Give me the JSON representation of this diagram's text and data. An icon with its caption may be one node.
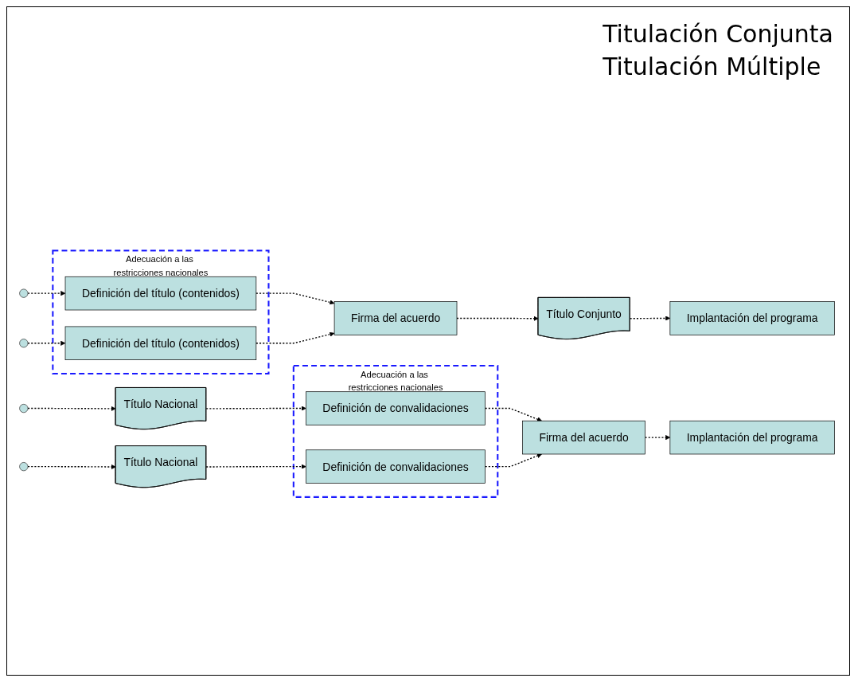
{
  "diagram": {
    "nodes": [
      {
        "text": [
          "Adecuación a las restricciones nacionales"
        ]
      },
      {
        "text": [],
        "shape": "circle"
      },
      {
        "text": [
          "Definición del título (contenidos)"
        ],
        "in": 0
      },
      {
        "text": [],
        "shape": "circle"
      },
      {
        "text": [
          "Definición del título (contenidos)"
        ],
        "in": 0
      },
      {
        "text": [
          "Firma del acuerdo"
        ]
      },
      {
        "text": [
          "Título Conjunto"
        ]
      },
      {
        "text": [
          "Implantación del programa"
        ]
      },
      {
        "text": [
          "Adecuación a las restricciones nacionales"
        ]
      },
      {
        "text": [],
        "shape": "circle"
      },
      {
        "text": [
          "Título Nacional"
        ]
      },
      {
        "text": [
          "Definición de convalidaciones"
        ],
        "in": 8
      },
      {
        "text": [],
        "shape": "circle"
      },
      {
        "text": [
          "Título Nacional"
        ]
      },
      {
        "text": [
          "Definición de convalidaciones"
        ],
        "in": 8
      },
      {
        "text": [
          "Firma del acuerdo"
        ]
      },
      {
        "text": [
          "Implantación del programa"
        ]
      }
    ],
    "edges": [
      {
        "from": 1,
        "to": 2,
        "arrow": "to",
        "style": "dashed"
      },
      {
        "from": 3,
        "to": 4,
        "arrow": "to",
        "style": "dashed"
      },
      {
        "from": 2,
        "to": 5,
        "arrow": "to",
        "style": "dashed"
      },
      {
        "from": 4,
        "to": 5,
        "arrow": "to",
        "style": "dashed"
      },
      {
        "from": 5,
        "to": 6,
        "arrow": "to",
        "style": "dashed"
      },
      {
        "from": 6,
        "to": 7,
        "arrow": "to",
        "style": "dashed"
      },
      {
        "from": 9,
        "to": 10,
        "arrow": "to",
        "style": "dashed"
      },
      {
        "from": 12,
        "to": 13,
        "arrow": "to",
        "style": "dashed"
      },
      {
        "from": 10,
        "to": 11,
        "arrow": "to",
        "style": "dashed"
      },
      {
        "from": 13,
        "to": 14,
        "arrow": "to",
        "style": "dashed"
      },
      {
        "from": 11,
        "to": 15,
        "arrow": "to",
        "style": "dashed"
      },
      {
        "from": 14,
        "to": 15,
        "arrow": "to",
        "style": "dashed"
      },
      {
        "from": 15,
        "to": 16,
        "arrow": "to",
        "style": "dashed"
      }
    ],
    "labels": [
      "Titulación Conjunta",
      "Titulación Múltiple"
    ]
  }
}
